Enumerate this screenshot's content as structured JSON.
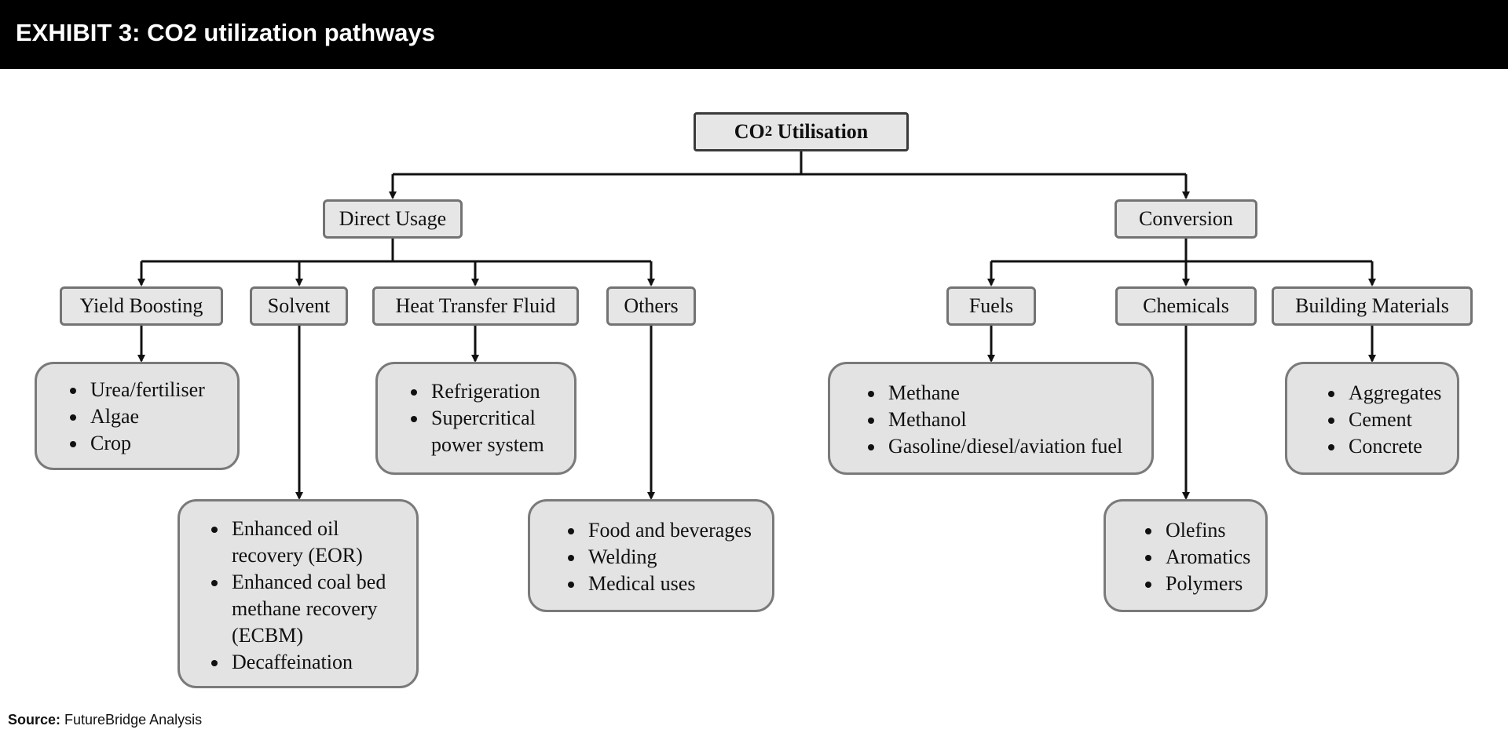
{
  "header": {
    "title": "EXHIBIT 3: CO2 utilization pathways"
  },
  "root": {
    "label": "CO",
    "sub": "2",
    "label_rest": " Utilisation"
  },
  "branches": {
    "direct": {
      "label": "Direct Usage",
      "children": {
        "yield": {
          "label": "Yield Boosting",
          "items": [
            "Urea/fertiliser",
            "Algae",
            "Crop"
          ]
        },
        "solvent": {
          "label": "Solvent",
          "items": [
            "Enhanced oil recovery (EOR)",
            "Enhanced coal bed methane recovery (ECBM)",
            "Decaffeination"
          ]
        },
        "htf": {
          "label": "Heat Transfer Fluid",
          "items": [
            "Refrigeration",
            "Supercritical power system"
          ]
        },
        "others": {
          "label": "Others",
          "items": [
            "Food and beverages",
            "Welding",
            "Medical uses"
          ]
        }
      }
    },
    "conversion": {
      "label": "Conversion",
      "children": {
        "fuels": {
          "label": "Fuels",
          "items": [
            "Methane",
            "Methanol",
            "Gasoline/diesel/aviation fuel"
          ]
        },
        "chemicals": {
          "label": "Chemicals",
          "items": [
            "Olefins",
            "Aromatics",
            "Polymers"
          ]
        },
        "building": {
          "label": "Building Materials",
          "items": [
            "Aggregates",
            "Cement",
            "Concrete"
          ]
        }
      }
    }
  },
  "footer": {
    "source_label": "Source:",
    "source_text": " FutureBridge Analysis"
  }
}
